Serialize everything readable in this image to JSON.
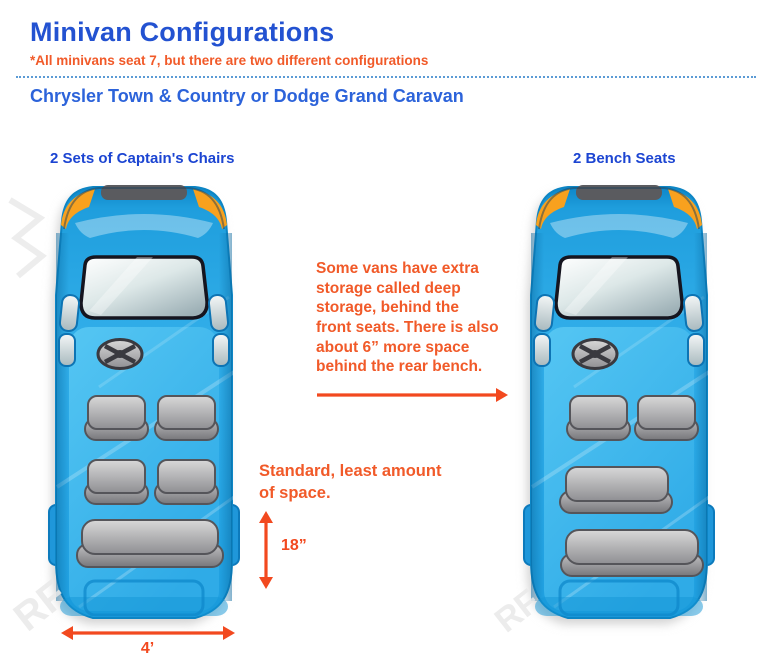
{
  "header": {
    "title": "Minivan Configurations",
    "subtitle": "*All minivans seat 7, but there are two different configurations",
    "model_line": "Chrysler Town & Country or Dodge Grand Caravan",
    "title_color": "#2352d1",
    "accent_color": "#f15a29",
    "divider_color": "#5b9bd5"
  },
  "vans": {
    "left": {
      "label": "2 Sets of Captain's Chairs",
      "seating": "4 captain's chairs in two rows plus rear bench"
    },
    "right": {
      "label": "2 Bench Seats",
      "seating": "2 captain's chairs in front row plus middle bench and rear bench"
    }
  },
  "annotations": {
    "deep_storage_note": "Some vans have extra\nstorage called deep\nstorage, behind the\nfront seats. There is also\nabout 6” more space\nbehind the rear bench.",
    "standard_note": "Standard, least amount\nof space.",
    "rear_space_label": "18”",
    "width_label": "4’"
  },
  "colors": {
    "van_body_blue": "#2aa9e6",
    "van_cabin_blue": "#4cc0f1",
    "van_outline_blue": "#0d85c4",
    "headlight_orange": "#f8a11e",
    "roof_band_gray": "#5a5b5f",
    "seat_gray_light": "#d8d8d8",
    "seat_gray_dark": "#77777b",
    "glass": "#dde8e8",
    "arrow_orange": "#f2491f",
    "shadow_gray": "#d2d2d2"
  },
  "watermark": {
    "text": "RF"
  }
}
